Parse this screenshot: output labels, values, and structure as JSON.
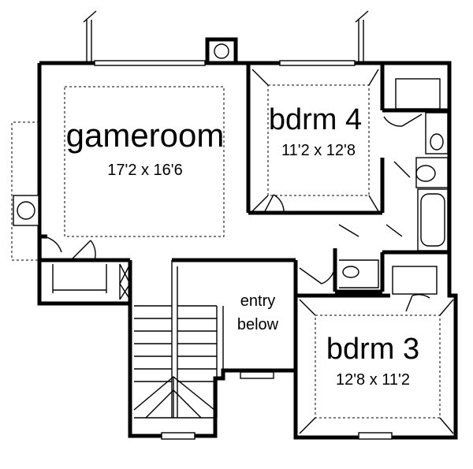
{
  "rooms": {
    "gameroom": {
      "name": "gameroom",
      "size": "17'2 x 16'6"
    },
    "bdrm4": {
      "name": "bdrm 4",
      "size": "11'2 x 12'8"
    },
    "bdrm3": {
      "name": "bdrm 3",
      "size": "12'8 x 11'2"
    },
    "entry": {
      "line1": "entry",
      "line2": "below"
    }
  }
}
